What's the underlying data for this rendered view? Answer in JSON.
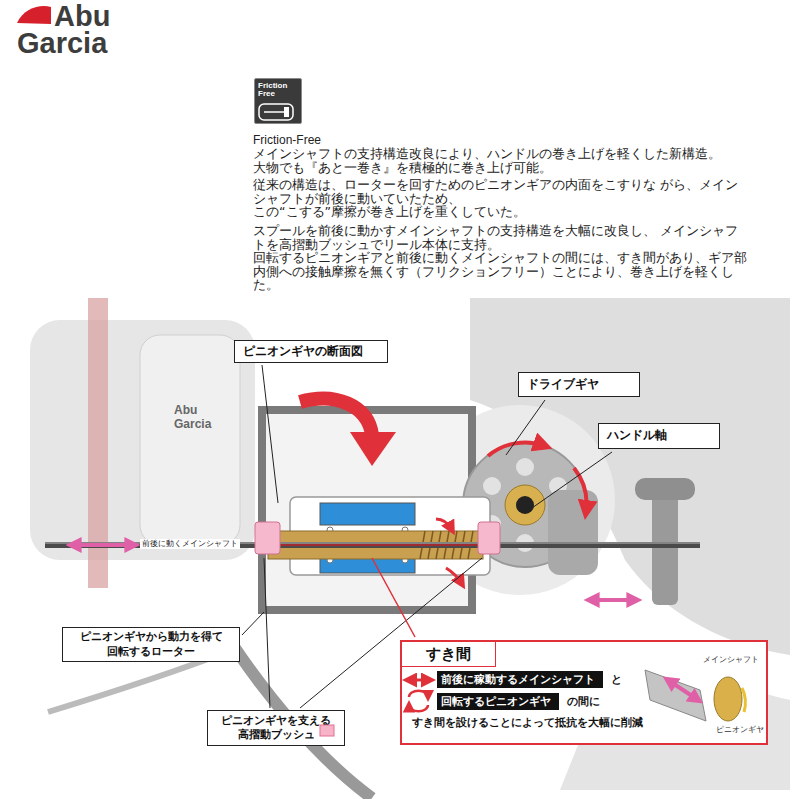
{
  "diagram": {
    "title": "Friction-Free",
    "nodes": [
      {
        "text": [
          "Friction Free"
        ]
      },
      {
        "text": [
          "ピニオンギヤの断面図"
        ]
      },
      {
        "text": [
          "ドライブギヤ"
        ]
      },
      {
        "text": [
          "ハンドル軸"
        ]
      },
      {
        "text": [
          "ピニオンギヤから動力を得て 回転するローター"
        ]
      },
      {
        "text": [
          "ピニオンギヤを支える 高摺動ブッシュ"
        ]
      },
      {
        "text": [
          "すき間"
        ]
      },
      {
        "text": [
          "前後に稼動するメインシャフト"
        ],
        "in": 6
      },
      {
        "text": [
          "回転するピニオンギヤ"
        ],
        "in": 6
      }
    ],
    "labels": [
      "Abu",
      "Garcia",
      "メインシャフトの支持構造改良により、ハンドルの巻き上げを軽くした新構造。",
      "大物でも『あと一巻き』を積極的に巻き上げ可能。",
      "従来の構造は、ローターを回すためのピニオンギアの内面をこすりな がら、メインシャフトが前後に動いていたため、",
      "この“こする”摩擦が巻き上げを重くしていた。",
      "スプールを前後に動かすメインシャフトの支持構造を大幅に改良し、 メインシャフトを高摺動ブッシュでリール本体に支持。",
      "回転するピニオンギアと前後に動くメインシャフトの間には、すき間があり、ギア部内側への接触摩擦を無くす（フリクションフリー）ことにより、巻き上げを軽くした。",
      "前後に動くメインシャフト",
      "Abu Garcia",
      "と",
      "の間に",
      "すき間を設けることによって抵抗を大幅に削減",
      "メインシャフト",
      "ピニオンギヤ"
    ]
  }
}
